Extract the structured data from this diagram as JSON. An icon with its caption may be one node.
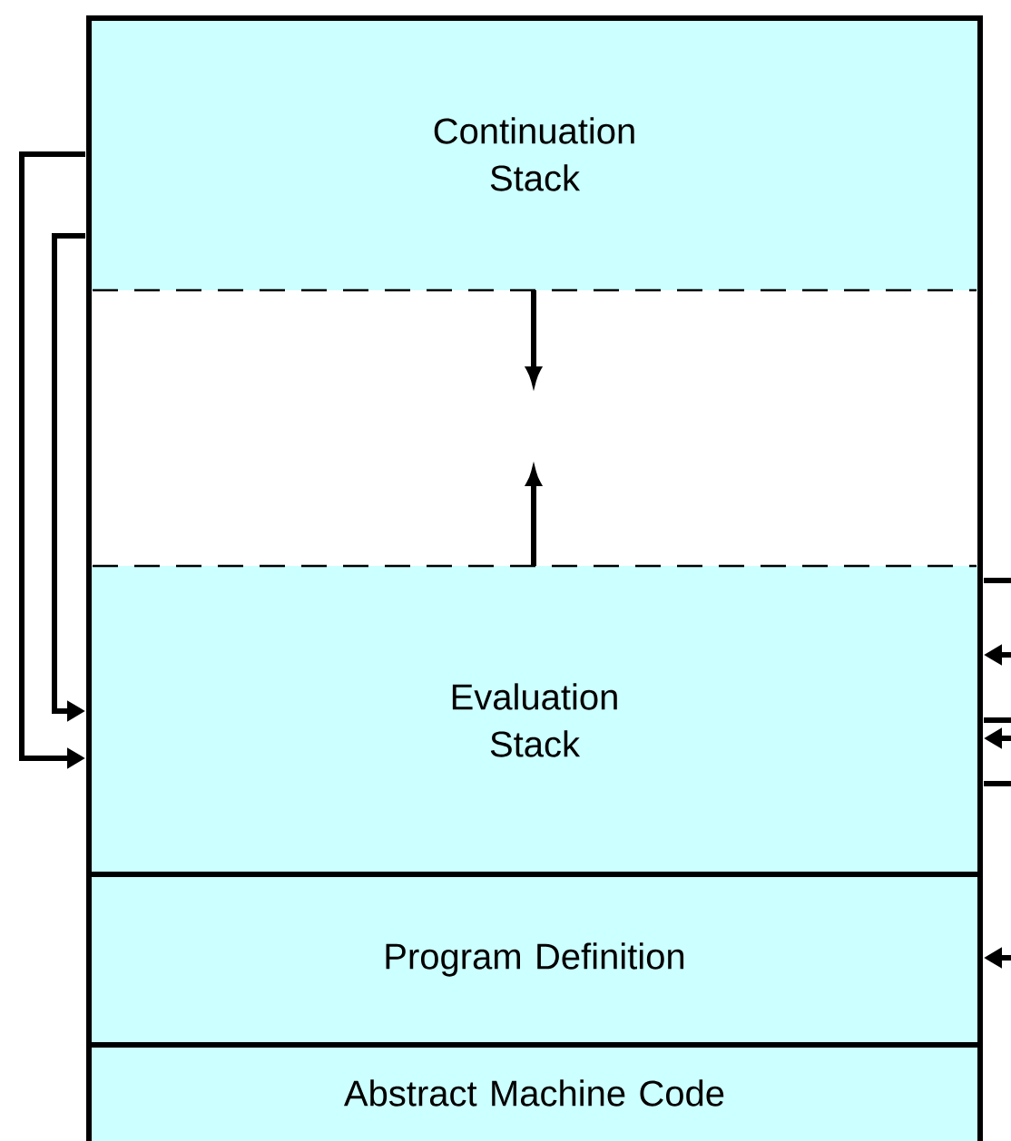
{
  "diagram": {
    "nodes": [
      {
        "text": [
          "Continuation Stack"
        ]
      },
      {
        "text": [
          "Evaluation Stack"
        ]
      },
      {
        "text": [
          "Program Definition"
        ]
      },
      {
        "text": [
          "Abstract Machine Code"
        ]
      }
    ],
    "edges": [
      {
        "from": 0,
        "to": 1,
        "arrow": "to"
      },
      {
        "from": 0,
        "to": 1,
        "arrow": "to"
      },
      {
        "from": 1,
        "to": null,
        "arrow": "none"
      },
      {
        "from": null,
        "to": 1,
        "arrow": "to"
      },
      {
        "from": 1,
        "to": null,
        "arrow": "none"
      },
      {
        "from": null,
        "to": 1,
        "arrow": "to"
      },
      {
        "from": 1,
        "to": null,
        "arrow": "none"
      },
      {
        "from": null,
        "to": 2,
        "arrow": "to"
      }
    ]
  }
}
